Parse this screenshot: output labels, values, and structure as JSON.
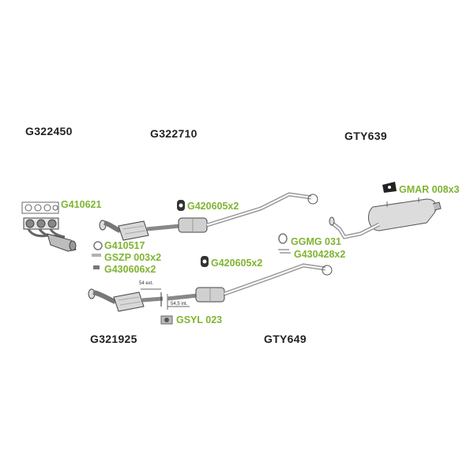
{
  "parts": {
    "manifold": "G322450",
    "front_pipe_top": "G322710",
    "rear_silencer": "GTY639",
    "front_pipe_bottom": "G321925",
    "center_pipe": "GTY649"
  },
  "accessories": {
    "gasket_manifold": "G410621",
    "hanger_top": "G420605x2",
    "ring_gasket": "G410517",
    "clamp": "GSZP 003x2",
    "bolt": "G430606x2",
    "hanger_middle": "G420605x2",
    "ring": "GGMG 031",
    "spring_bolt": "G430428x2",
    "mount_rear": "GMAR 008x3",
    "sylastic": "GSYL 023"
  },
  "dimensions": {
    "ext": "54 ext.",
    "int": "54,5 int."
  }
}
